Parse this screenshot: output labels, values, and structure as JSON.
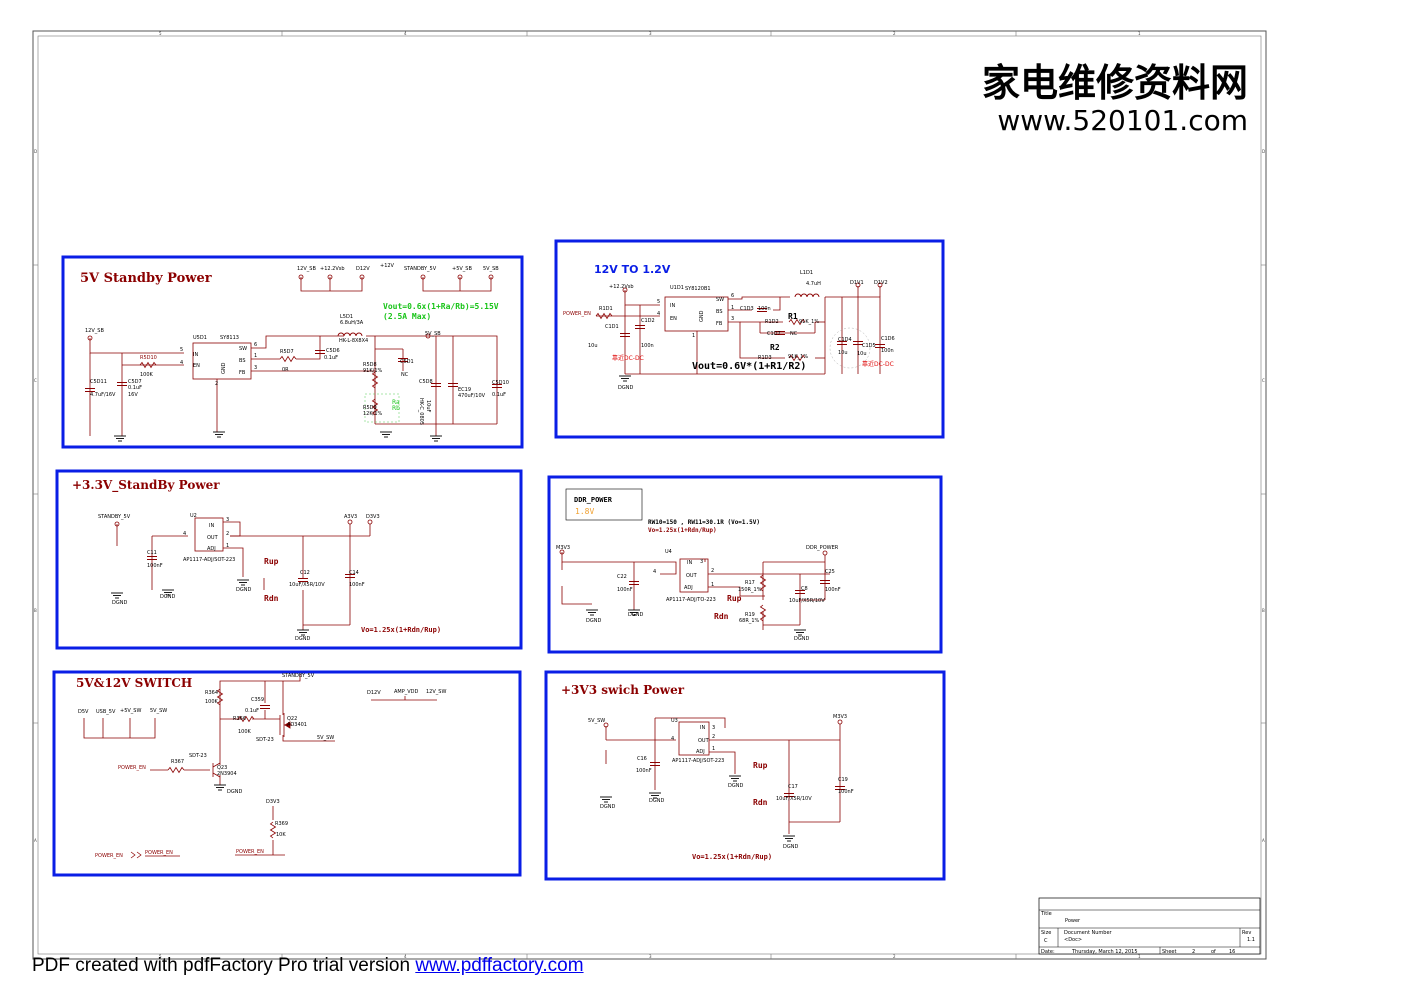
{
  "colors": {
    "wire": "#8b0000",
    "block_border": "#0a1ee6",
    "title_red": "#8b0000",
    "title_blue": "#0a1ee6",
    "green_note": "#18c418",
    "orange_note": "#f0a030",
    "ground": "#000000"
  },
  "grid": {
    "top": [
      "5",
      "4",
      "3",
      "2",
      "1"
    ],
    "bottom": [
      "5",
      "4",
      "3",
      "2",
      "1"
    ],
    "left": [
      "D",
      "C",
      "B",
      "A"
    ],
    "right": [
      "D",
      "C",
      "B",
      "A"
    ]
  },
  "watermark": {
    "cn": "家电维修资料网",
    "url": "www.520101.com"
  },
  "block_5v_sb": {
    "title": "5V Standby  Power",
    "rails": [
      "12V_SB",
      "+12.2Vsb",
      "D12V",
      "+12V",
      "STANDBY_5V",
      "+5V_SB",
      "5V_SB"
    ],
    "in_net": "12V_SB",
    "out_net": "5V_SB",
    "ic_ref": "U5D1",
    "ic_part": "SY8113",
    "pins": [
      "IN",
      "EN",
      "GND",
      "SW",
      "BS",
      "FB"
    ],
    "pin_nums": [
      "5",
      "4",
      "2",
      "6",
      "1",
      "3"
    ],
    "r_en": "R5D10",
    "r_en_val": "100K",
    "c_in1": "C5D11",
    "c_in1_val": "4.7uF/16V",
    "c_in2": "C5D7",
    "c_in2_val": "0.1uF",
    "c_in2_v": "16V",
    "r_bs": "R5D7",
    "r_bs_val": "0R",
    "c_bs": "C5D6",
    "c_bs_val": "0.1uF",
    "inductor": "L5D1",
    "ind_val": "6.8uH/3A",
    "ind_part": "HK-L-8X8X4",
    "ra": "R5D8",
    "ra_val": "91K/1%",
    "ra_tag": "Ra",
    "rb": "R5D9",
    "rb_val": "12K/1%",
    "rb_tag": "Rb",
    "c_ff": "C5D1",
    "c_ff_val": "NC",
    "c_o1": "C5D8",
    "c_o1_val": "10uF",
    "c_o1_sz": "HK-C_0805",
    "ec": "EC19",
    "ec_val": "470uF/10V",
    "c_o2": "C5D10",
    "c_o2_val": "0.1uF",
    "formula": "Vout=0.6x(1+Ra/Rb)=5.15V",
    "formula2": "(2.5A Max)"
  },
  "block_12v_12": {
    "title": "12V TO 1.2V",
    "in_rail": "+12.2Vsb",
    "en_net": "POWER_EN",
    "ic_ref": "U1D1",
    "ic_part": "SY8120B1",
    "pins": [
      "IN",
      "EN",
      "GND",
      "SW",
      "BS",
      "FB"
    ],
    "pin_nums": [
      "5",
      "4",
      "1",
      "6",
      "1",
      "3"
    ],
    "r_en": "R1D1",
    "c1": "C1D1",
    "c1_val": "10u",
    "c2": "C1D2",
    "c2_val": "100n",
    "c_bs": "C1D3",
    "c_bs_val": "100n",
    "ind": "L1D1",
    "ind_val": "4.7uH",
    "r1_tag": "R1",
    "r1": "R1D2",
    "r1_val": "91K_1%",
    "r2_tag": "R2",
    "r2": "R1D3",
    "r2_val": "91K_1%",
    "c_ff": "C1D7",
    "c_ff_val": "NC",
    "c4": "C1D4",
    "c4_val": "10u",
    "c5": "C1D5",
    "c5_val": "10u",
    "c6": "C1D6",
    "c6_val": "100n",
    "out_rails": [
      "D1V1",
      "D1V2"
    ],
    "near_note1": "靠近DC-DC",
    "near_note2": "靠近DC-DC",
    "formula": "Vout=0.6V*(1+R1/R2)",
    "gnd": "DGND"
  },
  "block_33_sb": {
    "title": "+3.3V_StandBy Power",
    "in_net": "STANDBY_5V",
    "out_nets": [
      "A3V3",
      "D3V3"
    ],
    "ic_ref": "U2",
    "ic_part": "AP1117-ADJ/SOT-223",
    "pins": [
      "IN",
      "OUT",
      "ADJ"
    ],
    "pin_nums": [
      "3",
      "4",
      "2",
      "1"
    ],
    "c11": "C11",
    "c11_val": "100nF",
    "c12": "C12",
    "c12_val": "10uF/X5R/10V",
    "c14": "C14",
    "c14_val": "100nF",
    "rup": "Rup",
    "rdn": "Rdn",
    "formula": "Vo=1.25x(1+Rdn/Rup)",
    "gnd": "DGND"
  },
  "block_ddr": {
    "box_title": "DDR_POWER",
    "box_value": "1.8V",
    "note": "RW10=150 , RW11=30.1R  (Vo=1.5V)",
    "formula": "Vo=1.25x(1+Rdn/Rup)",
    "in_net": "M3V3",
    "out_net": "DDR_POWER",
    "ic_ref": "U4",
    "ic_part": "AP1117-ADJ/TO-223",
    "pins": [
      "IN",
      "OUT",
      "ADJ"
    ],
    "pin_nums": [
      "3",
      "4",
      "2",
      "1"
    ],
    "c22": "C22",
    "c22_val": "100nF",
    "r17": "R17",
    "r17_val": "150R_1%",
    "r19": "R19",
    "r19_val": "68R_1%",
    "c8": "C8",
    "c8_val": "10uF/X5R/10V",
    "c25": "C25",
    "c25_val": "100nF",
    "rup": "Rup",
    "rdn": "Rdn",
    "gnd": "DGND"
  },
  "block_switch": {
    "title": "5V&12V SWITCH",
    "nets_top": [
      "D5V",
      "USB_5V",
      "+5V_SW",
      "5V_SW"
    ],
    "standby": "STANDBY_5V",
    "r364": "R364",
    "r364_val": "100K",
    "c359": "C359",
    "c359_val": "0.1uF",
    "r366": "R366",
    "r366_val": "100K",
    "q22": "Q22",
    "q22_part": "AO3401",
    "q22_pkg": "SDT-23",
    "out_net": "5V_SW",
    "q23": "Q23",
    "q23_part": "2N3904",
    "q23_pkg": "SDT-23",
    "r367": "R367",
    "en_net": "POWER_EN",
    "gnd": "DGND",
    "d3v3": "D3V3",
    "r369": "R369",
    "r369_val": "10K",
    "en_a": "POWER_EN",
    "en_b": "POWER_EN",
    "en_c": "POWER_EN",
    "amp_nets": [
      "D12V",
      "AMP_VDD",
      "12V_SW"
    ]
  },
  "block_33_sw": {
    "title": "+3V3 swich Power",
    "in_net": "5V_SW",
    "out_net": "M3V3",
    "ic_ref": "U3",
    "ic_part": "AP1117-ADJ/SOT-223",
    "pins": [
      "IN",
      "OUT",
      "ADJ"
    ],
    "pin_nums": [
      "3",
      "4",
      "2",
      "1"
    ],
    "c16": "C16",
    "c16_val": "100nF",
    "c17": "C17",
    "c17_val": "10uF/X5R/10V",
    "c19": "C19",
    "c19_val": "100nF",
    "rup": "Rup",
    "rdn": "Rdn",
    "formula": "Vo=1.25x(1+Rdn/Rup)",
    "gnd": "DGND"
  },
  "titleblock": {
    "title_label": "Title",
    "title": "Power",
    "size_label": "Size",
    "size": "C",
    "doc_label": "Document Number",
    "doc": "<Doc>",
    "rev_label": "Rev",
    "rev": "1.1",
    "date_label": "Date:",
    "date": "Thursday, March 12, 2015",
    "sheet_label": "Sheet",
    "sheet": "2",
    "of_label": "of",
    "of": "16"
  },
  "footer": {
    "text": "PDF created with pdfFactory Pro trial version ",
    "link": "www.pdffactory.com"
  }
}
